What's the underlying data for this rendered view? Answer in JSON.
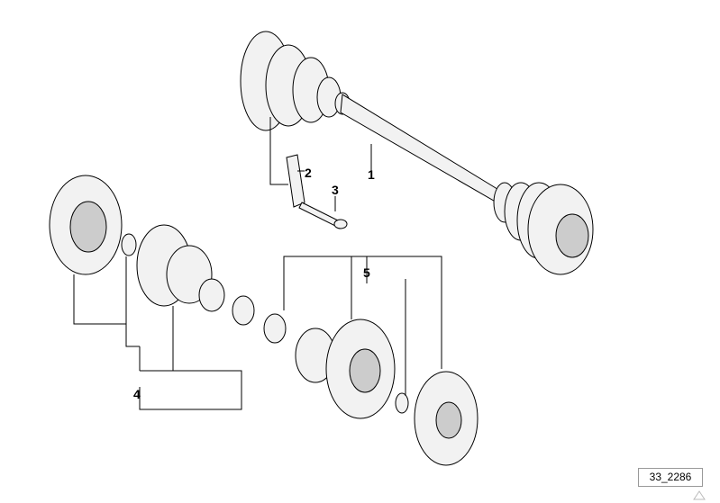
{
  "callouts": [
    "1",
    "2",
    "3",
    "4",
    "5"
  ],
  "reference_code": "33_2286",
  "icons": {
    "warning": "warning-triangle-icon"
  }
}
